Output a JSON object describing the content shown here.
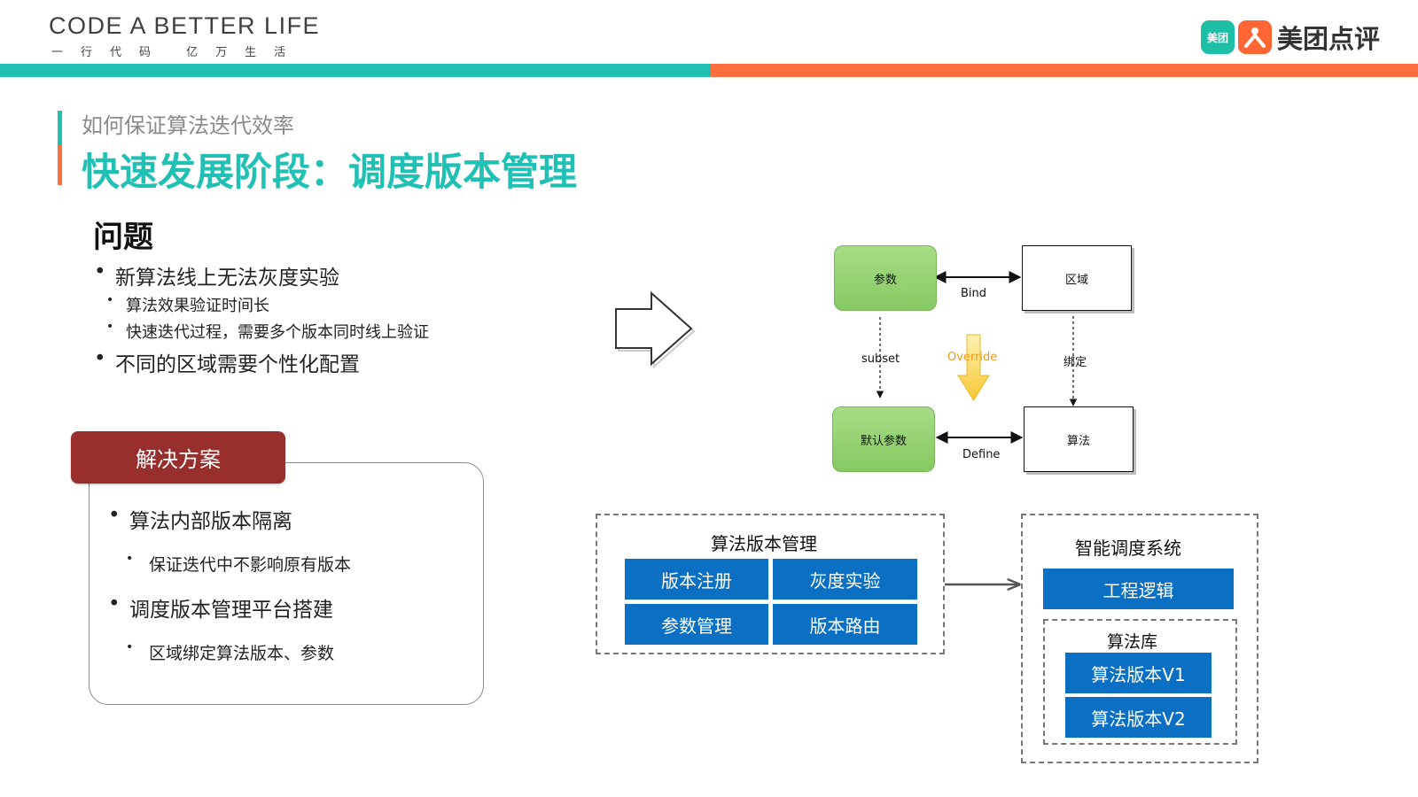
{
  "header": {
    "brand_title": "CODE A BETTER LIFE",
    "brand_sub_1": [
      "一",
      "行",
      "代",
      "码"
    ],
    "brand_sub_2": [
      "亿",
      "万",
      "生",
      "活"
    ],
    "logo_badge_1": "美团",
    "logo_text": "美团点评",
    "colors": {
      "teal": "#20c0b4",
      "orange": "#ff6e3f"
    }
  },
  "title": {
    "subtitle": "如何保证算法迭代效率",
    "main": "快速发展阶段：调度版本管理"
  },
  "problem": {
    "heading": "问题",
    "items": [
      "新算法线上无法灰度实验",
      "算法效果验证时间长",
      "快速迭代过程，需要多个版本同时线上验证",
      "不同的区域需要个性化配置"
    ]
  },
  "solution": {
    "tag": "解决方案",
    "items": [
      "算法内部版本隔离",
      "保证迭代中不影响原有版本",
      "调度版本管理平台搭建",
      "区域绑定算法版本、参数"
    ]
  },
  "diagram": {
    "nodes": {
      "params": "参数",
      "region": "区域",
      "default_params": "默认参数",
      "algorithm": "算法"
    },
    "edges": {
      "bind": "Bind",
      "subset": "subset",
      "override": "Override",
      "bind_cn": "绑定",
      "define": "Define"
    }
  },
  "version_mgmt": {
    "title": "算法版本管理",
    "buttons": [
      "版本注册",
      "灰度实验",
      "参数管理",
      "版本路由"
    ]
  },
  "dispatch": {
    "title": "智能调度系统",
    "engineering": "工程逻辑",
    "library_title": "算法库",
    "versions": [
      "算法版本V1",
      "算法版本V2"
    ]
  }
}
